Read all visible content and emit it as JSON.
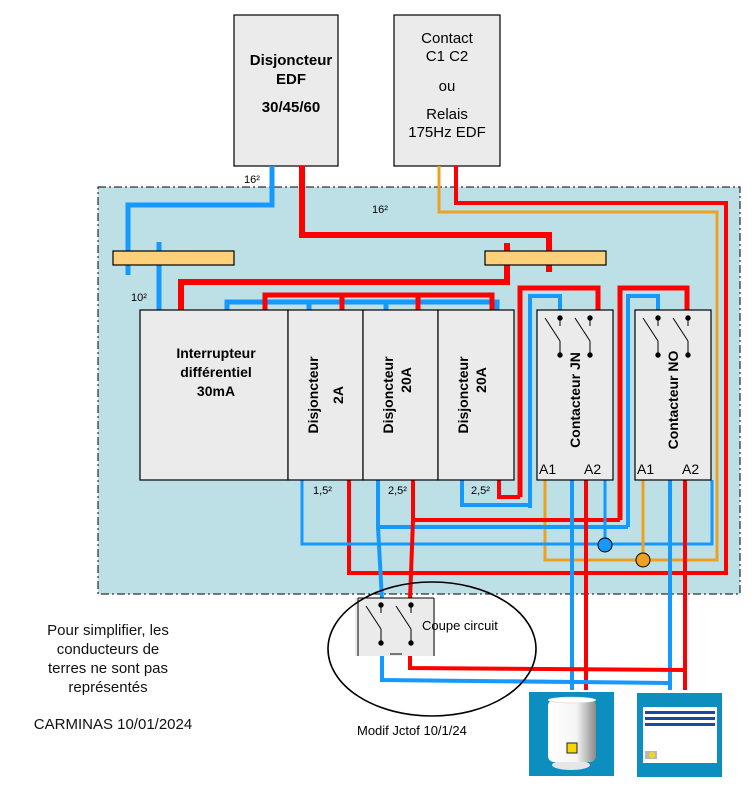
{
  "colors": {
    "phase": "#ff0000",
    "neutral": "#1599ff",
    "control": "#f0a020",
    "panel_bg": "#bde0e6",
    "module_bg": "#ebebeb",
    "busbar": "#ffd07a",
    "appliance": "#0c8fbf"
  },
  "edf_breaker": {
    "line1": "Disjoncteur",
    "line2": "EDF",
    "rating": "30/45/60"
  },
  "contact_box": {
    "line1": "Contact",
    "line2": "C1 C2",
    "line3": "ou",
    "line4": "Relais",
    "line5": "175Hz EDF"
  },
  "cable_labels": {
    "feed_16": "16²",
    "panel_16": "16²",
    "rcd_10": "10²",
    "cb1": "1,5²",
    "cb2": "2,5²",
    "cb3": "2,5²"
  },
  "modules": {
    "rcd": {
      "line1": "Interrupteur",
      "line2": "différentiel",
      "line3": "30mA"
    },
    "breakers": [
      {
        "line1": "Disjoncteur",
        "line2": "2A"
      },
      {
        "line1": "Disjoncteur",
        "line2": "20A"
      },
      {
        "line1": "Disjoncteur",
        "line2": "20A"
      }
    ],
    "contactors": [
      {
        "label": "Contacteur JN",
        "a1": "A1",
        "a2": "A2"
      },
      {
        "label": "Contacteur NO",
        "a1": "A1",
        "a2": "A2"
      }
    ]
  },
  "cutout": {
    "label": "Coupe circuit",
    "caption": "Modif Jctof 10/1/24"
  },
  "notes": {
    "simplify": [
      "Pour simplifier, les",
      "conducteurs  de",
      "terres ne sont pas",
      "représentés"
    ],
    "author": "CARMINAS  10/01/2024"
  },
  "appliances": [
    {
      "name": "water-heater"
    },
    {
      "name": "radiator"
    }
  ]
}
